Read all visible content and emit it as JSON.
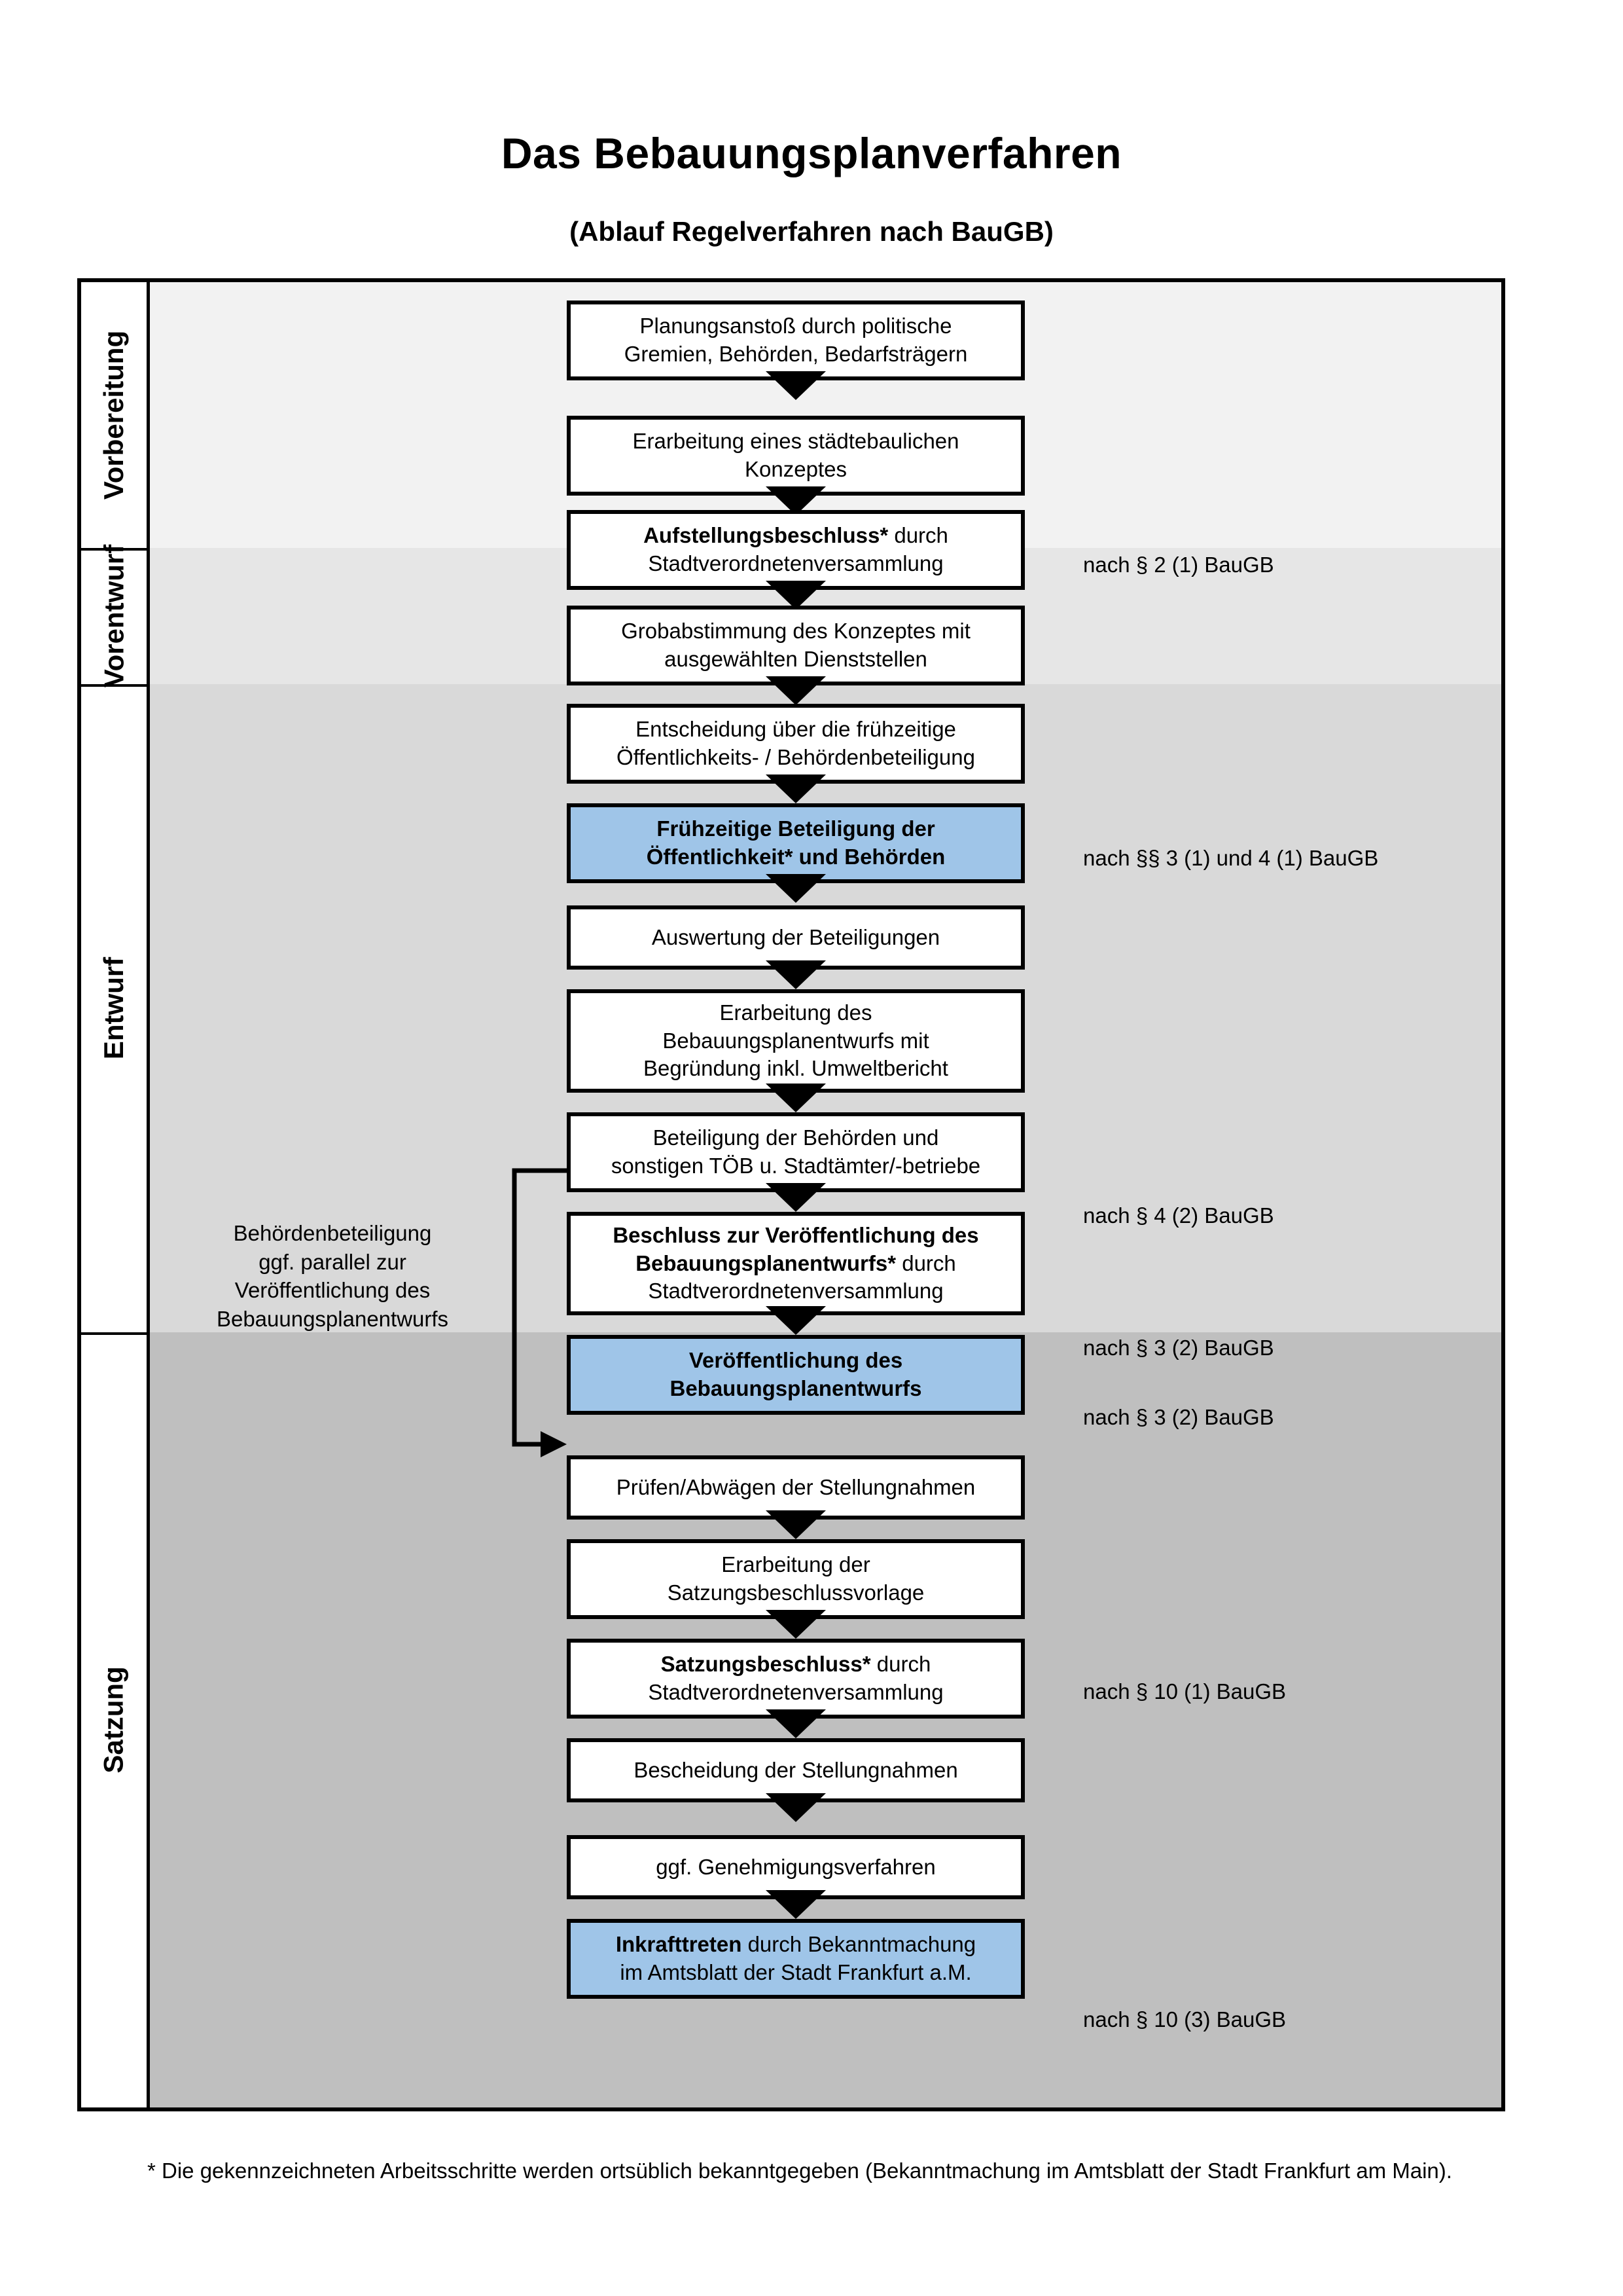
{
  "title": "Das Bebauungsplanverfahren",
  "subtitle": "(Ablauf Regelverfahren nach BauGB)",
  "colors": {
    "highlight_blue": "#9FC5E8",
    "band_vorbereitung": "#F2F2F2",
    "band_vorentwurf": "#E6E6E6",
    "band_entwurf": "#D9D9D9",
    "band_satzung": "#BFBFBF",
    "outline": "#000000"
  },
  "phases": [
    {
      "label": "Vorbereitung"
    },
    {
      "label": "Vorentwurf"
    },
    {
      "label": "Entwurf"
    },
    {
      "label": "Satzung"
    }
  ],
  "steps": [
    {
      "id": "planungsanstoss",
      "lines": [
        "Planungsanstoß durch politische",
        "Gremien, Behörden, Bedarfsträgern"
      ],
      "bold_prefix": "",
      "highlight": false,
      "phase": "Vorbereitung"
    },
    {
      "id": "staedtebauliches-konzept",
      "lines": [
        "Erarbeitung eines städtebaulichen",
        "Konzeptes"
      ],
      "bold_prefix": "",
      "highlight": false,
      "phase": "Vorbereitung"
    },
    {
      "id": "aufstellungsbeschluss",
      "lines": [
        "Aufstellungsbeschluss* durch",
        "Stadtverordnetenversammlung"
      ],
      "bold_prefix": "Aufstellungsbeschluss*",
      "bold_rest": " durch Stadtverordnetenversammlung",
      "highlight": false,
      "phase": "Vorbereitung"
    },
    {
      "id": "grobabstimmung",
      "lines": [
        "Grobabstimmung des Konzeptes mit",
        "ausgewählten Dienststellen"
      ],
      "bold_prefix": "",
      "highlight": false,
      "phase": "Vorentwurf"
    },
    {
      "id": "entscheidung-fruehzeitige-beteiligung",
      "lines": [
        "Entscheidung über die frühzeitige",
        "Öffentlichkeits- / Behördenbeteiligung"
      ],
      "bold_prefix": "",
      "highlight": false,
      "phase": "Vorentwurf"
    },
    {
      "id": "fruehzeitige-beteiligung",
      "lines": [
        "Frühzeitige Beteiligung der",
        "Öffentlichkeit* und Behörden"
      ],
      "all_bold": true,
      "highlight": true,
      "phase": "Vorentwurf"
    },
    {
      "id": "auswertung-beteiligungen",
      "lines": [
        "Auswertung der Beteiligungen"
      ],
      "bold_prefix": "",
      "highlight": false,
      "phase": "Entwurf"
    },
    {
      "id": "erarbeitung-bebauungsplanentwurf",
      "lines": [
        "Erarbeitung des",
        "Bebauungsplanentwurfs mit",
        "Begründung inkl. Umweltbericht"
      ],
      "bold_prefix": "",
      "highlight": false,
      "phase": "Entwurf"
    },
    {
      "id": "beteiligung-behoerden-toeb",
      "lines": [
        "Beteiligung der Behörden und",
        "sonstigen TÖB u. Stadtämter/-betriebe"
      ],
      "bold_prefix": "",
      "highlight": false,
      "phase": "Entwurf"
    },
    {
      "id": "beschluss-veroeffentlichung",
      "lines": [
        "Beschluss zur Veröffentlichung des",
        "Bebauungsplanentwurfs* durch",
        "Stadtverordnetenversammlung"
      ],
      "bold_prefix": "Beschluss zur Veröffentlichung des Bebauungsplanentwurfs*",
      "bold_rest": " durch Stadtverordnetenversammlung",
      "highlight": false,
      "phase": "Entwurf"
    },
    {
      "id": "veroeffentlichung-entwurf",
      "lines": [
        "Veröffentlichung des",
        "Bebauungsplanentwurfs"
      ],
      "all_bold": true,
      "highlight": true,
      "phase": "Entwurf"
    },
    {
      "id": "pruefen-abwaegen",
      "lines": [
        "Prüfen/Abwägen der Stellungnahmen"
      ],
      "bold_prefix": "",
      "highlight": false,
      "phase": "Satzung"
    },
    {
      "id": "erarbeitung-satzungsbeschlussvorlage",
      "lines": [
        "Erarbeitung der",
        "Satzungsbeschlussvorlage"
      ],
      "bold_prefix": "",
      "highlight": false,
      "phase": "Satzung"
    },
    {
      "id": "satzungsbeschluss",
      "lines": [
        "Satzungsbeschluss* durch",
        "Stadtverordnetenversammlung"
      ],
      "bold_prefix": "Satzungsbeschluss*",
      "bold_rest": " durch Stadtverordnetenversammlung",
      "highlight": false,
      "phase": "Satzung"
    },
    {
      "id": "bescheidung-stellungnahmen",
      "lines": [
        "Bescheidung der Stellungnahmen"
      ],
      "bold_prefix": "",
      "highlight": false,
      "phase": "Satzung"
    },
    {
      "id": "genehmigungsverfahren",
      "lines": [
        "ggf. Genehmigungsverfahren"
      ],
      "bold_prefix": "",
      "highlight": false,
      "phase": "Satzung"
    },
    {
      "id": "inkrafttreten",
      "lines": [
        "Inkrafttreten durch Bekanntmachung",
        "im Amtsblatt der Stadt Frankfurt a.M."
      ],
      "bold_prefix": "Inkrafttreten",
      "bold_rest": " durch Bekanntmachung im Amtsblatt der Stadt Frankfurt a.M.",
      "highlight": true,
      "phase": "Satzung"
    }
  ],
  "step_text": {
    "planungsanstoss_l1": "Planungsanstoß durch politische",
    "planungsanstoss_l2": "Gremien, Behörden, Bedarfsträgern",
    "konzept_l1": "Erarbeitung eines städtebaulichen",
    "konzept_l2": "Konzeptes",
    "aufstellung_bold": "Aufstellungsbeschluss*",
    "aufstellung_rest": " durch",
    "aufstellung_l2": "Stadtverordnetenversammlung",
    "grobabstimmung_l1": "Grobabstimmung des Konzeptes mit",
    "grobabstimmung_l2": "ausgewählten Dienststellen",
    "entscheidung_l1": "Entscheidung über die frühzeitige",
    "entscheidung_l2": "Öffentlichkeits- / Behördenbeteiligung",
    "fruehbeteiligung_l1": "Frühzeitige Beteiligung der",
    "fruehbeteiligung_l2": "Öffentlichkeit* und Behörden",
    "auswertung_l1": "Auswertung der Beteiligungen",
    "erarbeitung_l1": "Erarbeitung des",
    "erarbeitung_l2": "Bebauungsplanentwurfs mit",
    "erarbeitung_l3": "Begründung inkl. Umweltbericht",
    "toeb_l1": "Beteiligung der Behörden und",
    "toeb_l2": "sonstigen TÖB u. Stadtämter/-betriebe",
    "beschluss_bold_l1": "Beschluss zur Veröffentlichung des",
    "beschluss_bold_l2": "Bebauungsplanentwurfs*",
    "beschluss_rest": " durch",
    "beschluss_l3": "Stadtverordnetenversammlung",
    "veroeff_l1": "Veröffentlichung des",
    "veroeff_l2": "Bebauungsplanentwurfs",
    "pruefen_l1": "Prüfen/Abwägen der Stellungnahmen",
    "satzungsvorlage_l1": "Erarbeitung der",
    "satzungsvorlage_l2": "Satzungsbeschlussvorlage",
    "satzungsbeschluss_bold": "Satzungsbeschluss*",
    "satzungsbeschluss_rest": " durch",
    "satzungsbeschluss_l2": "Stadtverordnetenversammlung",
    "bescheidung_l1": "Bescheidung der Stellungnahmen",
    "genehmigung_l1": "ggf. Genehmigungsverfahren",
    "inkraft_bold": "Inkrafttreten",
    "inkraft_rest": " durch Bekanntmachung",
    "inkraft_l2": "im Amtsblatt der Stadt Frankfurt a.M."
  },
  "legal_refs": [
    {
      "id": "ref-par2-1",
      "text": "nach § 2 (1) BauGB"
    },
    {
      "id": "ref-par3-1-4-1",
      "text": "nach §§ 3 (1) und 4 (1) BauGB"
    },
    {
      "id": "ref-par4-2",
      "text": "nach § 4 (2) BauGB"
    },
    {
      "id": "ref-par3-2-a",
      "text": "nach § 3 (2) BauGB"
    },
    {
      "id": "ref-par3-2-b",
      "text": "nach § 3 (2) BauGB"
    },
    {
      "id": "ref-par10-1",
      "text": "nach § 10 (1) BauGB"
    },
    {
      "id": "ref-par10-3",
      "text": "nach § 10 (3) BauGB"
    }
  ],
  "sidenote": {
    "l1": "Behördenbeteiligung",
    "l2": "ggf. parallel zur",
    "l3": "Veröffentlichung des",
    "l4": "Bebauungsplanentwurfs"
  },
  "footnote": "* Die gekennzeichneten Arbeitsschritte werden ortsüblich bekanntgegeben (Bekanntmachung im Amtsblatt  der Stadt Frankfurt am Main)."
}
